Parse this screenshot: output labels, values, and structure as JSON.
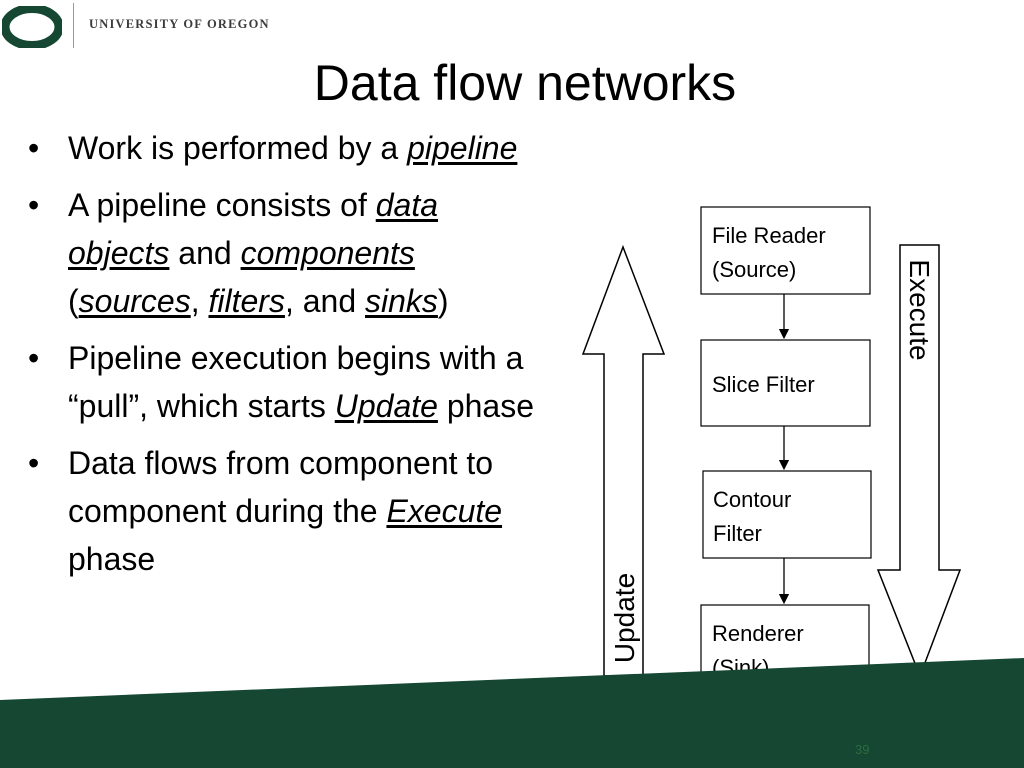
{
  "header": {
    "university_name": "UNIVERSITY OF OREGON",
    "logo_icon": "uo-o-logo-icon",
    "logo_color": "#154733"
  },
  "slide": {
    "title": "Data flow networks",
    "page_number": "39"
  },
  "bullets": [
    {
      "parts": [
        {
          "text": "Work is performed by a "
        },
        {
          "text": "pipeline",
          "em": true
        }
      ]
    },
    {
      "parts": [
        {
          "text": "A pipeline consists of "
        },
        {
          "text": "data objects",
          "em": true
        },
        {
          "text": " and "
        },
        {
          "text": "components",
          "em": true
        },
        {
          "text": " ("
        },
        {
          "text": "sources",
          "em": true
        },
        {
          "text": ", "
        },
        {
          "text": "filters",
          "em": true
        },
        {
          "text": ", and "
        },
        {
          "text": "sinks",
          "em": true
        },
        {
          "text": ")"
        }
      ]
    },
    {
      "parts": [
        {
          "text": "Pipeline execution begins with a “pull”, which starts "
        },
        {
          "text": "Update",
          "em": true
        },
        {
          "text": " phase"
        }
      ]
    },
    {
      "parts": [
        {
          "text": "Data flows from component to component during the "
        },
        {
          "text": "Execute",
          "em": true
        },
        {
          "text": " phase"
        }
      ]
    }
  ],
  "diagram": {
    "boxes": [
      {
        "lines": [
          "File Reader",
          "(Source)"
        ]
      },
      {
        "lines": [
          "Slice Filter"
        ]
      },
      {
        "lines": [
          "Contour",
          "Filter"
        ]
      },
      {
        "lines": [
          "Renderer",
          "(Sink)"
        ]
      }
    ],
    "update_label": "Update",
    "execute_label": "Execute"
  },
  "colors": {
    "footer_green": "#154733",
    "page_number": "#2d6b3f"
  }
}
